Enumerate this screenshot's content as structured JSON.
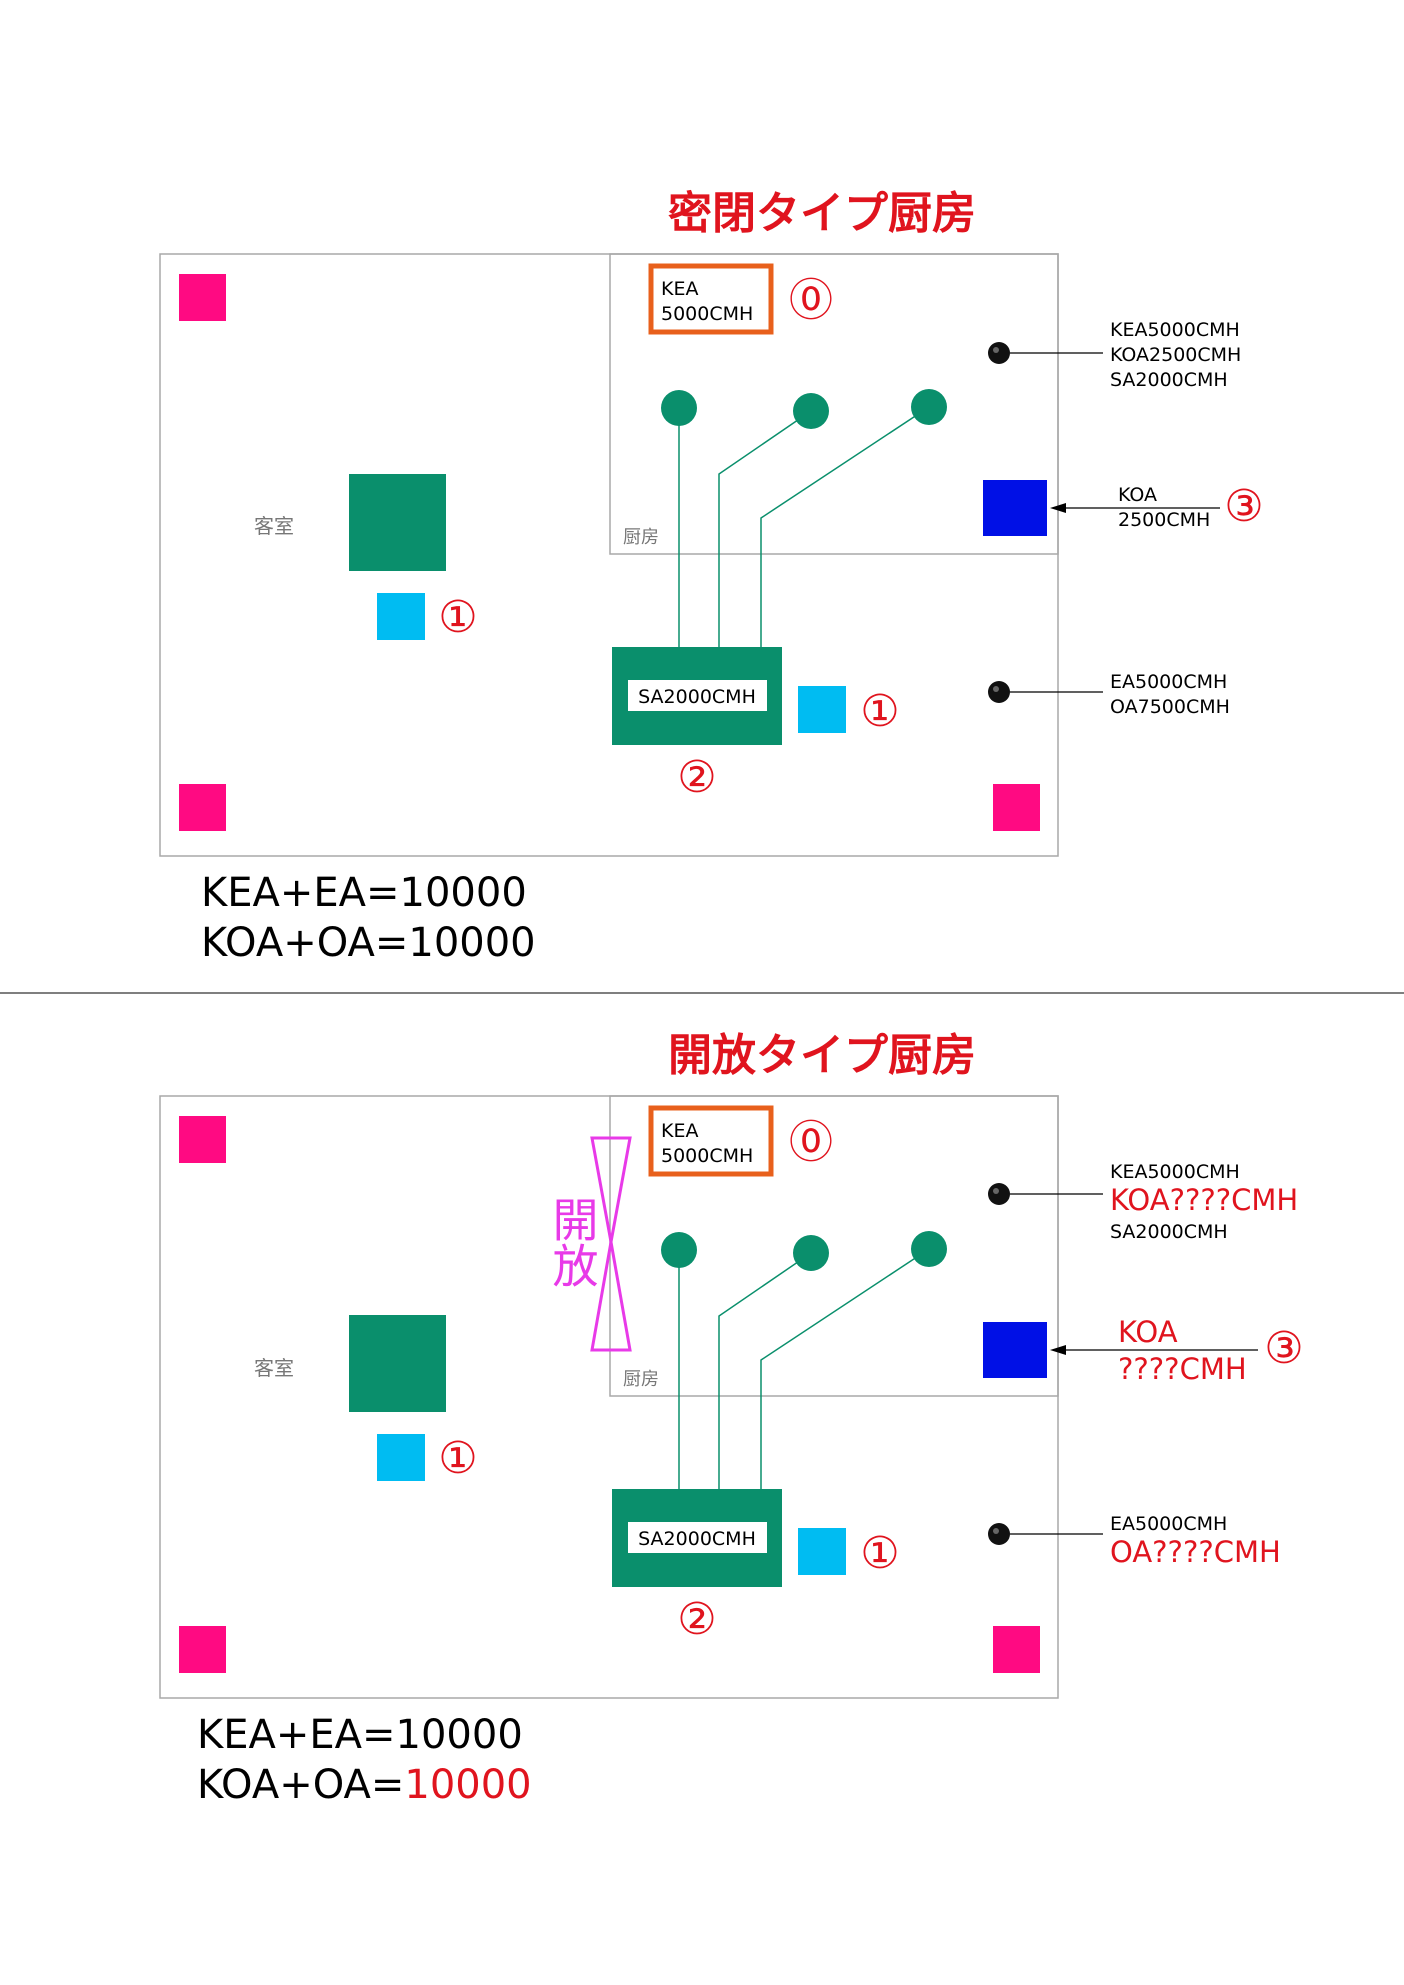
{
  "colors": {
    "title_red": "#e0141e",
    "green": "#0a8f6c",
    "pink": "#ff0a82",
    "cyan": "#00bcf2",
    "blue": "#0010e6",
    "orange": "#e8601c",
    "magenta": "#e83ae8"
  },
  "top": {
    "title": "密閉タイプ厨房",
    "guest_room_label": "客室",
    "kitchen_label": "厨房",
    "kea_box": {
      "line1": "KEA",
      "line2": "5000CMH",
      "marker": "⓪"
    },
    "sa_unit": {
      "label": "SA2000CMH",
      "marker": "②"
    },
    "marker_1": "①",
    "right_top": {
      "line1": "KEA5000CMH",
      "line2": "KOA2500CMH",
      "line3": "SA2000CMH"
    },
    "koa": {
      "line1": "KOA",
      "line2": "2500CMH",
      "marker": "③"
    },
    "right_bottom": {
      "line1": "EA5000CMH",
      "line2": "OA7500CMH"
    },
    "equation1": "KEA+EA=10000",
    "equation2": "KOA+OA=10000"
  },
  "bottom": {
    "title": "開放タイプ厨房",
    "guest_room_label": "客室",
    "kitchen_label": "厨房",
    "open_label": "開放",
    "kea_box": {
      "line1": "KEA",
      "line2": "5000CMH",
      "marker": "⓪"
    },
    "sa_unit": {
      "label": "SA2000CMH",
      "marker": "②"
    },
    "marker_1": "①",
    "right_top": {
      "line1": "KEA5000CMH",
      "line2": "KOA????CMH",
      "line3": "SA2000CMH"
    },
    "koa": {
      "line1": "KOA",
      "line2": "????CMH",
      "marker": "③"
    },
    "right_bottom": {
      "line1": "EA5000CMH",
      "line2": "OA????CMH"
    },
    "equation1": "KEA+EA=10000",
    "equation2_prefix": "KOA+OA=",
    "equation2_value": "10000"
  }
}
